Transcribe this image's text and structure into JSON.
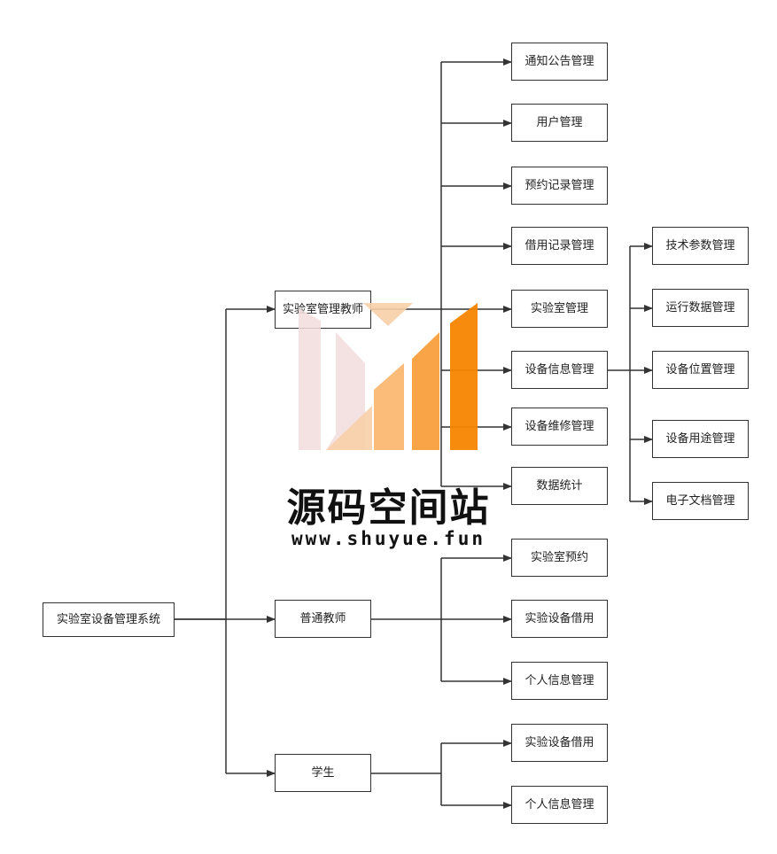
{
  "root": {
    "label": "实验室设备管理系统"
  },
  "roles": [
    {
      "label": "实验室管理教师"
    },
    {
      "label": "普通教师"
    },
    {
      "label": "学生"
    }
  ],
  "admin_functions": [
    {
      "label": "通知公告管理"
    },
    {
      "label": "用户管理"
    },
    {
      "label": "预约记录管理"
    },
    {
      "label": "借用记录管理"
    },
    {
      "label": "实验室管理"
    },
    {
      "label": "设备信息管理"
    },
    {
      "label": "设备维修管理"
    },
    {
      "label": "数据统计"
    }
  ],
  "device_info_functions": [
    {
      "label": "技术参数管理"
    },
    {
      "label": "运行数据管理"
    },
    {
      "label": "设备位置管理"
    },
    {
      "label": "设备用途管理"
    },
    {
      "label": "电子文档管理"
    }
  ],
  "teacher_functions": [
    {
      "label": "实验室预约"
    },
    {
      "label": "实验设备借用"
    },
    {
      "label": "个人信息管理"
    }
  ],
  "student_functions": [
    {
      "label": "实验设备借用"
    },
    {
      "label": "个人信息管理"
    }
  ],
  "watermark": {
    "title": "源码空间站",
    "url": "www.shuyue.fun",
    "colors": [
      "#f2dcdc",
      "#f8cfa8",
      "#fbb46a",
      "#f89a33",
      "#f78500"
    ]
  }
}
